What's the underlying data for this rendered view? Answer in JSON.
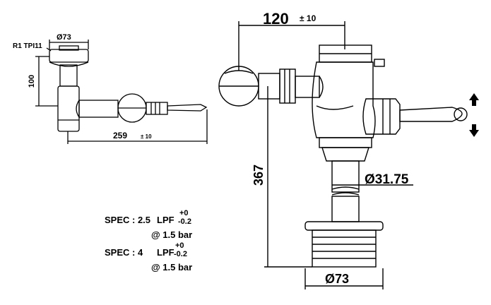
{
  "top_view": {
    "thread_label": "R1 TPI11",
    "dia_label": "Ø73",
    "height_label": "100",
    "length_label": "259",
    "length_tol": "± 10"
  },
  "main_view": {
    "width_label": "120",
    "width_tol": "± 10",
    "height_label": "367",
    "pipe_dia_label": "Ø31.75",
    "base_dia_label": "Ø73"
  },
  "specs": [
    {
      "label": "SPEC : 2.5",
      "lpf": "LPF",
      "tol_plus": "+0",
      "tol_minus": "-0.2",
      "pressure": "@ 1.5 bar"
    },
    {
      "label": "SPEC : 4",
      "lpf": "LPF",
      "tol_plus": "+0",
      "tol_minus": "-0.2",
      "pressure": "@ 1.5 bar"
    }
  ],
  "colors": {
    "ink": "#000000",
    "background": "#ffffff"
  },
  "icons": {
    "up": "arrow-up-icon",
    "down": "arrow-down-icon"
  }
}
